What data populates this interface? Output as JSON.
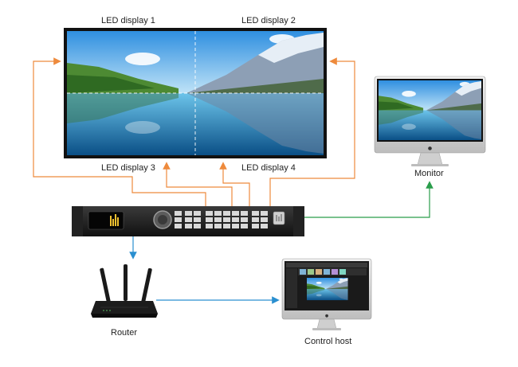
{
  "labels": {
    "led1": "LED display 1",
    "led2": "LED display 2",
    "led3": "LED display 3",
    "led4": "LED display 4",
    "monitor": "Monitor",
    "router": "Router",
    "control_host": "Control host"
  },
  "colors": {
    "orange_line": "#ee8a3c",
    "green_line": "#2a9d4b",
    "blue_line": "#2a8fd0"
  },
  "icons": {
    "monitor": "imac-icon",
    "control_host": "imac-icon",
    "router": "wifi-router-icon",
    "processor": "video-processor-icon"
  }
}
